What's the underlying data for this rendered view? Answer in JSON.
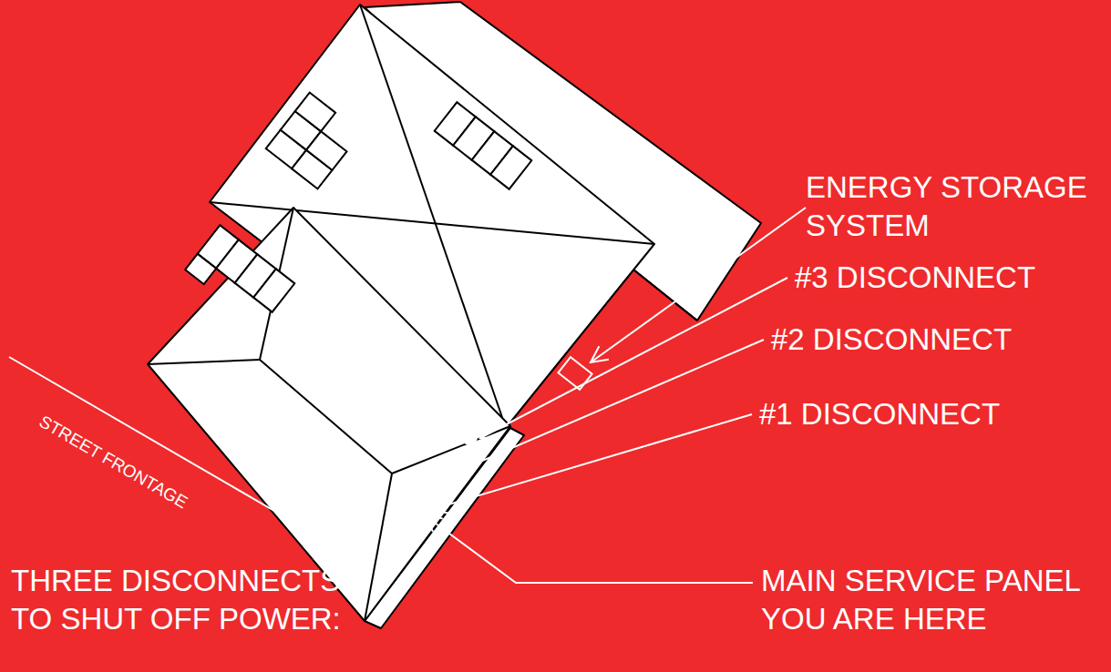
{
  "diagram": {
    "labels": [
      "ENERGY STORAGE SYSTEM",
      "#3 DISCONNECT",
      "#2 DISCONNECT",
      "#1 DISCONNECT",
      "MAIN SERVICE PANEL YOU ARE HERE",
      "THREE DISCONNECTS TO SHUT OFF POWER:",
      "STREET FRONTAGE"
    ]
  }
}
